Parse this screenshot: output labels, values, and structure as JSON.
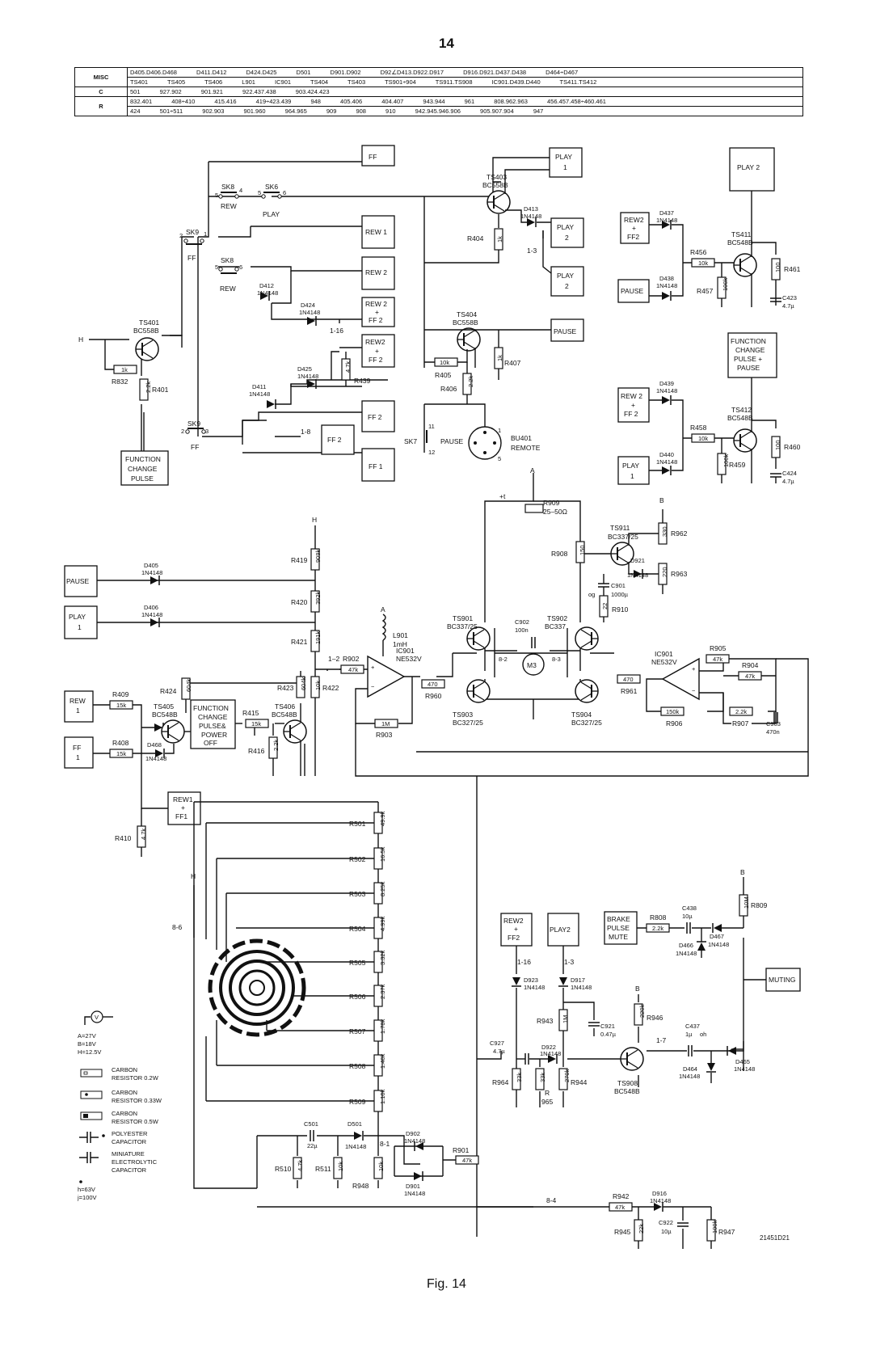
{
  "page": {
    "number": "14",
    "caption": "Fig. 14",
    "drawing_code": "21451D21"
  },
  "parts_table": {
    "rows": [
      {
        "head": "MISC",
        "line1": "D405.D406.D468 D411.D412 D424.D425 D501 D901.D902 D92∠D413.D922.D917 D916.D921.D437.D438 D464÷D467",
        "line2": "TS401 TS405 TS406 L901 IC901 TS404 TS403 TS901÷904 TS911.TS908 IC901.D439.D440 TS411.TS412"
      },
      {
        "head": "C",
        "line1": "501 927.902 901.921 922.437.438 903.424.423",
        "line2": ""
      },
      {
        "head": "R",
        "line1": "832.401 408÷410 415.416 419÷423.439 948 405.406 404.407 943.944 961 808.962.963 456.457.458÷460.461",
        "line2": "424 501÷511 902.903 901.960 964.965 909 908 910 942.945.946.906 905.907.904 947"
      }
    ]
  },
  "blocks": {
    "ff_top": "FF",
    "play1_top": "PLAY",
    "play1_top_n": "1",
    "play2_top": "PLAY",
    "play2_top_n": "2",
    "play2_mid": "PLAY",
    "play2_mid_n": "2",
    "play2_right": "PLAY 2",
    "rew1": "REW 1",
    "rew2_a": "REW 2",
    "rew2ff2_a": "REW 2",
    "rew2ff2_a2": "+",
    "rew2ff2_a3": "FF 2",
    "rew2ff2_b": "REW2",
    "rew2ff2_b2": "+",
    "rew2ff2_b3": "FF 2",
    "ff2_a": "FF 2",
    "ff2_b": "FF 2",
    "ff1": "FF 1",
    "pause_top": "PAUSE",
    "rew2ff2_r1": "REW2",
    "rew2ff2_r1b": "+",
    "rew2ff2_r1c": "FF2",
    "pause_r": "PAUSE",
    "fcpp": "FUNCTION",
    "fcpp2": "CHANGE",
    "fcpp3": "PULSE +",
    "fcpp4": "PAUSE",
    "rew2ff2_r2": "REW 2",
    "rew2ff2_r2b": "+",
    "rew2ff2_r2c": "FF 2",
    "play1_r": "PLAY",
    "play1_rn": "1",
    "fcp": "FUNCTION",
    "fcp2": "CHANGE",
    "fcp3": "PULSE",
    "pause_l": "PAUSE",
    "play1_l": "PLAY",
    "play1_ln": "1",
    "rew1_l": "REW",
    "rew1_ln": "1",
    "ff1_l": "FF",
    "ff1_ln": "1",
    "fcpo": "FUNCTION",
    "fcpo2": "CHANGE",
    "fcpo3": "PULSE&",
    "fcpo4": "POWER",
    "fcpo5": "OFF",
    "rew1ff1": "REW1",
    "rew1ff1b": "+",
    "rew1ff1c": "FF1",
    "rew2ff2_bot": "REW2",
    "rew2ff2_botb": "+",
    "rew2ff2_botc": "FF2",
    "play2_bot": "PLAY2",
    "brake": "BRAKE",
    "brake2": "PULSE",
    "brake3": "MUTE",
    "muting": "MUTING"
  },
  "labels": {
    "sk8a": "SK8",
    "sk8a_p": "5",
    "sk8a_p2": "4",
    "rew_a": "REW",
    "sk6": "SK6",
    "sk6_p": "5",
    "sk6_p2": "6",
    "play_a": "PLAY",
    "sk9a": "SK9",
    "sk9a_p": "2",
    "sk9a_p2": "1",
    "ff_a": "FF",
    "sk8b": "SK8",
    "sk8b_p": "5",
    "sk8b_p2": "6",
    "rew_b": "REW",
    "sk9b": "SK9",
    "sk9b_p": "2",
    "sk9b_p2": "3",
    "ff_b": "FF",
    "ts403": "TS403",
    "ts403t": "BC558B",
    "ts404": "TS404",
    "ts404t": "BC558B",
    "ts401": "TS401",
    "ts401t": "BC558B",
    "ts411": "TS411",
    "ts411t": "BC548B",
    "ts412": "TS412",
    "ts412t": "BC548B",
    "d413": "D413",
    "d413t": "1N4148",
    "d412": "D412",
    "d412t": "1N4148",
    "d424": "D424",
    "d424t": "1N4148",
    "d425": "D425",
    "d425t": "1N4148",
    "d411": "D411",
    "d411t": "1N4148",
    "d437": "D437",
    "d437t": "1N4148",
    "d438": "D438",
    "d438t": "1N4148",
    "d439": "D439",
    "d439t": "1N4148",
    "d440": "D440",
    "d440t": "1N4148",
    "r404": "R404",
    "r404v": "1k",
    "r405": "R405",
    "r405v": "10k",
    "r406": "R406",
    "r406v": "2.2k",
    "r407": "R407",
    "r407v": "1k",
    "r439": "R439",
    "r439v": "4.7k",
    "r832": "R832",
    "r832v": "1k",
    "r401": "R401",
    "r401v": "2.2k",
    "r456": "R456",
    "r456v": "10k",
    "r457": "R457",
    "r457v": "100k",
    "r461": "R461",
    "r461v": "100",
    "c423": "C423",
    "c423v": "4.7µ",
    "r458": "R458",
    "r458v": "10k",
    "r459": "R459",
    "r459v": "100k",
    "r460": "R460",
    "r460v": "100",
    "c424": "C424",
    "c424v": "4.7µ",
    "n13": "1-3",
    "n116": "1-16",
    "n18": "1-8",
    "h_in": "H",
    "sk7": "SK7",
    "sk7_p": "11",
    "sk7_p2": "12",
    "pause_sk7": "PAUSE",
    "bu401": "BU401",
    "bu401t": "REMOTE",
    "bu_p1": "1",
    "bu_p5": "5",
    "a1": "A",
    "b1": "B",
    "h1": "H",
    "a2": "A",
    "b2": "B",
    "h2": "H",
    "r909": "R909",
    "r909v": "25–50Ω",
    "t_sym": "+t",
    "ts911": "TS911",
    "ts911t": "BC337/25",
    "r962": "R962",
    "r962v": "330",
    "r908": "R908",
    "r908v": "150",
    "d921": "D921",
    "d921t": "1N4148",
    "r963": "R963",
    "r963v": "220",
    "c901": "C901",
    "c901v": "1000µ",
    "og": "og",
    "r910": "R910",
    "r910v": "22",
    "d405": "D405",
    "d405t": "1N4148",
    "d406": "D406",
    "d406t": "1N4148",
    "r419": "R419",
    "r419v": "909k",
    "r420": "R420",
    "r420v": "392k",
    "r421": "R421",
    "r421v": "191k",
    "r422": "R422",
    "r422v": "10k",
    "r423": "R423",
    "r423v": "604k",
    "r424": "R424",
    "r424v": "604k",
    "r902": "R902",
    "r902v": "47k",
    "n12": "1–2",
    "l901": "L901",
    "l901v": "1mH",
    "ic901a": "IC901",
    "ic901at": "NE532V",
    "r960": "R960",
    "r960v": "470",
    "r903": "R903",
    "r903v": "1M",
    "ts901": "TS901",
    "ts901t": "BC337/25",
    "ts902": "TS902",
    "ts902t": "BC337",
    "ts903": "TS903",
    "ts903t": "BC327/25",
    "ts904": "TS904",
    "ts904t": "BC327/25",
    "c902": "C902",
    "c902v": "100n",
    "m3": "M3",
    "n82": "8-2",
    "n83": "8-3",
    "r961": "R961",
    "r961v": "470",
    "ic901b": "IC901",
    "ic901bt": "NE532V",
    "r905": "R905",
    "r905v": "47k",
    "r904": "R904",
    "r904v": "47k",
    "r906": "R906",
    "r906v": "150k",
    "r907": "R907",
    "r907v": "2.2k",
    "c903": "C903",
    "c903v": "470n",
    "r409": "R409",
    "r409v": "15k",
    "r408": "R408",
    "r408v": "15k",
    "d468": "D468",
    "d468t": "1N4148",
    "ts405": "TS405",
    "ts405t": "BC548B",
    "r415": "R415",
    "r415v": "15k",
    "r416": "R416",
    "r416v": "2.2k",
    "ts406": "TS406",
    "ts406t": "BC548B",
    "r410": "R410",
    "r410v": "4.7k",
    "r501": "R501",
    "r501v": "49.9k",
    "r502": "R502",
    "r502v": "16.5k",
    "r503": "R503",
    "r503v": "8.25k",
    "r504": "R504",
    "r504v": "4.99k",
    "r505": "R505",
    "r505v": "3.32k",
    "r506": "R506",
    "r506v": "2.37k",
    "r507": "R507",
    "r507v": "1.78k",
    "r508": "R508",
    "r508v": "1.40k",
    "r509": "R509",
    "r509v": "1.10k",
    "n86": "8-6",
    "c501": "C501",
    "c501v": "22µ",
    "d501": "D501",
    "d501t": "1N4148",
    "d902": "D902",
    "d902t": "1N4148",
    "d901": "D901",
    "d901t": "1N4148",
    "r901": "R901",
    "r901v": "47k",
    "r510": "R510",
    "r510v": "4.7k",
    "r511": "R511",
    "r511v": "10k",
    "r948": "R948",
    "r948v": "10k",
    "n81": "8-1",
    "n84": "8-4",
    "d923": "D923",
    "d923t": "1N4148",
    "d917": "D917",
    "d917t": "1N4148",
    "n116b": "1-16",
    "n13b": "1-3",
    "r943": "R943",
    "r943v": "1M",
    "c921": "C921",
    "c921v": "0.47µ",
    "c927": "C927",
    "c927v": "4.7µ",
    "d922": "D922",
    "d922t": "1N4148",
    "r964": "R964",
    "r964v": "33k",
    "r965": "R",
    "r965b": "965",
    "r965v": "33k",
    "r944": "R944",
    "r944v": "270k",
    "ts908": "TS908",
    "ts908t": "BC548B",
    "r946": "R946",
    "r946v": "220k",
    "n17": "1-7",
    "c437": "C437",
    "c437v": "1µ",
    "d464": "D464",
    "d464t": "1N4148",
    "d465": "D465",
    "d465t": "1N4148",
    "r808": "R808",
    "r808v": "2.2k",
    "c438": "C438",
    "c438v": "10µ",
    "d466": "D466",
    "d466t": "1N4148",
    "d467": "D467",
    "d467t": "1N4148",
    "r809": "R809",
    "r809v": "10M",
    "r942": "R942",
    "r942v": "47k",
    "d916": "D916",
    "d916t": "1N4148",
    "r945": "R945",
    "r945v": "22k",
    "c922": "C922",
    "c922v": "10µ",
    "r947": "R947",
    "r947v": "100k",
    "oh": "oh"
  },
  "legend": {
    "volt_sym": "V",
    "a": "A=27V",
    "b": "B=18V",
    "h": "H=12.5V",
    "r02": "CARBON",
    "r02b": "RESISTOR 0.2W",
    "r033": "CARBON",
    "r033b": "RESISTOR 0.33W",
    "r05": "CARBON",
    "r05b": "RESISTOR 0.5W",
    "poly": "POLYESTER",
    "polyb": "CAPACITOR",
    "elec": "MINIATURE",
    "elecb": "ELECTROLYTIC",
    "elecc": "CAPACITOR",
    "hv": "h=63V",
    "jv": "j=100V"
  }
}
